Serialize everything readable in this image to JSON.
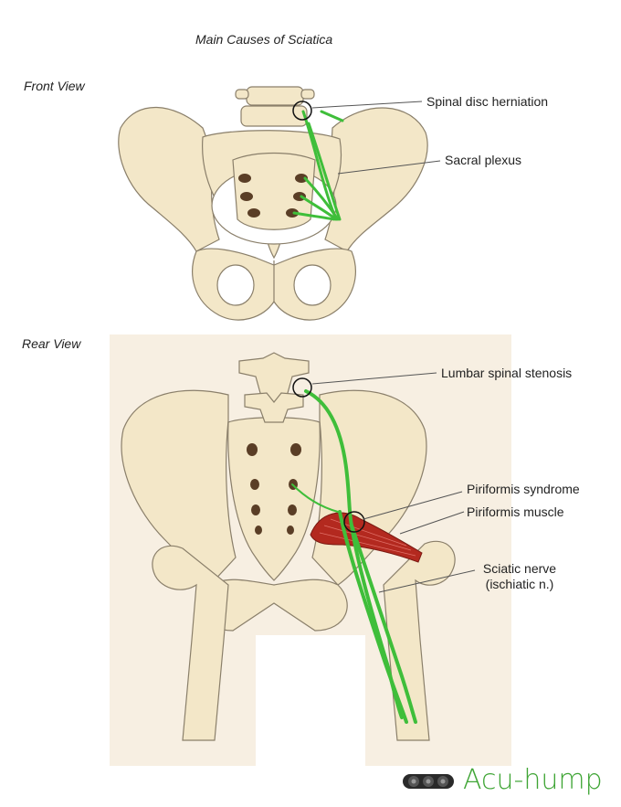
{
  "title": "Main Causes of Sciatica",
  "views": {
    "front": "Front View",
    "rear": "Rear View"
  },
  "labels": {
    "spinal_disc_herniation": "Spinal disc herniation",
    "sacral_plexus": "Sacral plexus",
    "lumbar_spinal_stenosis": "Lumbar spinal stenosis",
    "piriformis_syndrome": "Piriformis syndrome",
    "piriformis_muscle": "Piriformis muscle",
    "sciatic_nerve_line1": "Sciatic nerve",
    "sciatic_nerve_line2": "(ischiatic n.)"
  },
  "brand": {
    "name": "Acu-hump",
    "icon": "massager-device-icon",
    "color": "#3fa535"
  },
  "colors": {
    "bone": "#f3e7c8",
    "bone_outline": "#8a7f6a",
    "nerve": "#3fbe3a",
    "muscle": "#b3291f",
    "skin": "#f7efe2"
  }
}
